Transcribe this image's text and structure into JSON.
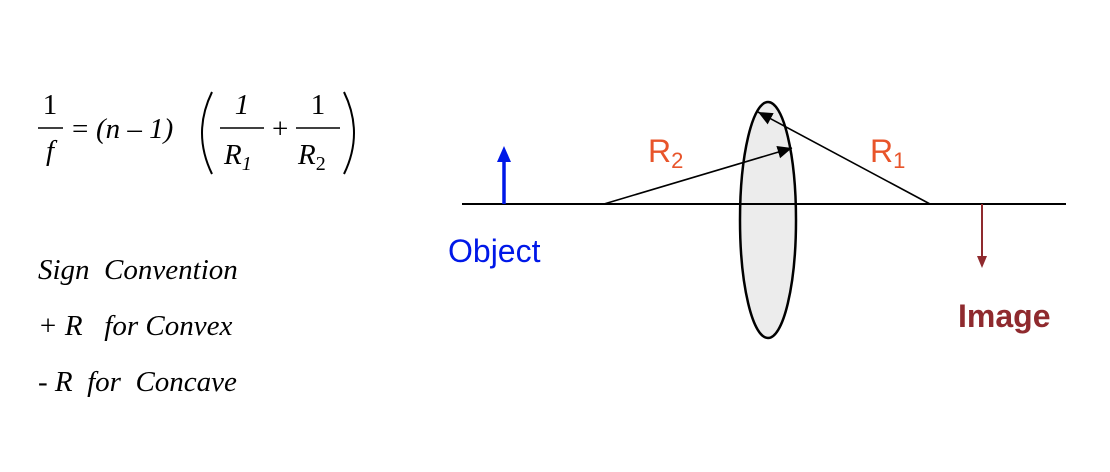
{
  "formula": {
    "lhs_num": "1",
    "lhs_den": "f",
    "equals": "=",
    "factor": "(n – 1)",
    "term1_num": "1",
    "term1_den": "R",
    "term1_sub": "1",
    "plus": "+",
    "term2_num": "1",
    "term2_den": "R",
    "term2_sub": "2"
  },
  "sign_convention": {
    "title": "Sign  Convention",
    "convex": "+ R   for Convex",
    "concave": "- R  for  Concave"
  },
  "diagram": {
    "r2_label": "R",
    "r2_sub": "2",
    "r1_label": "R",
    "r1_sub": "1",
    "object_label": "Object",
    "image_label": "Image",
    "colors": {
      "axis": "#000000",
      "object": "#0018e8",
      "image": "#8f2a2e",
      "radius_label": "#e8542a",
      "lens_fill": "#ececec"
    }
  }
}
